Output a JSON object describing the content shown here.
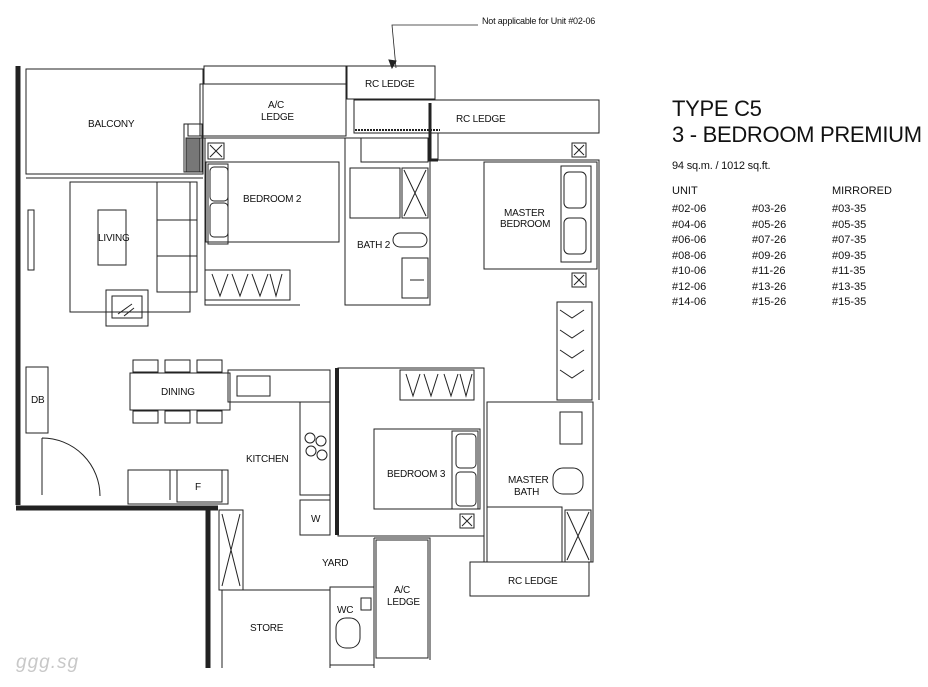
{
  "title": {
    "type": "TYPE C5",
    "subtitle": "3 - BEDROOM PREMIUM",
    "area": "94 sq.m. / 1012 sq.ft."
  },
  "note": "Not applicable for Unit #02-06",
  "table": {
    "headers": [
      "UNIT",
      "MIRRORED"
    ],
    "rows": [
      [
        "#02-06",
        "#03-26",
        "#03-35"
      ],
      [
        "#04-06",
        "#05-26",
        "#05-35"
      ],
      [
        "#06-06",
        "#07-26",
        "#07-35"
      ],
      [
        "#08-06",
        "#09-26",
        "#09-35"
      ],
      [
        "#10-06",
        "#11-26",
        "#11-35"
      ],
      [
        "#12-06",
        "#13-26",
        "#13-35"
      ],
      [
        "#14-06",
        "#15-26",
        "#15-35"
      ]
    ]
  },
  "rooms": {
    "balcony": "BALCONY",
    "ac_ledge_1": "A/C",
    "ac_ledge_1b": "LEDGE",
    "rc_ledge_top": "RC LEDGE",
    "rc_ledge_2": "RC LEDGE",
    "bedroom2": "BEDROOM 2",
    "master_bedroom": "MASTER",
    "master_bedroom_b": "BEDROOM",
    "bath2": "BATH 2",
    "living": "LIVING",
    "db": "DB",
    "dining": "DINING",
    "kitchen": "KITCHEN",
    "fridge": "F",
    "washer": "W",
    "bedroom3": "BEDROOM 3",
    "master_bath": "MASTER",
    "master_bath_b": "BATH",
    "yard": "YARD",
    "store": "STORE",
    "wc": "WC",
    "ac_ledge_2": "A/C",
    "ac_ledge_2b": "LEDGE",
    "rc_ledge_bottom": "RC LEDGE"
  },
  "watermark": "ggg.sg"
}
